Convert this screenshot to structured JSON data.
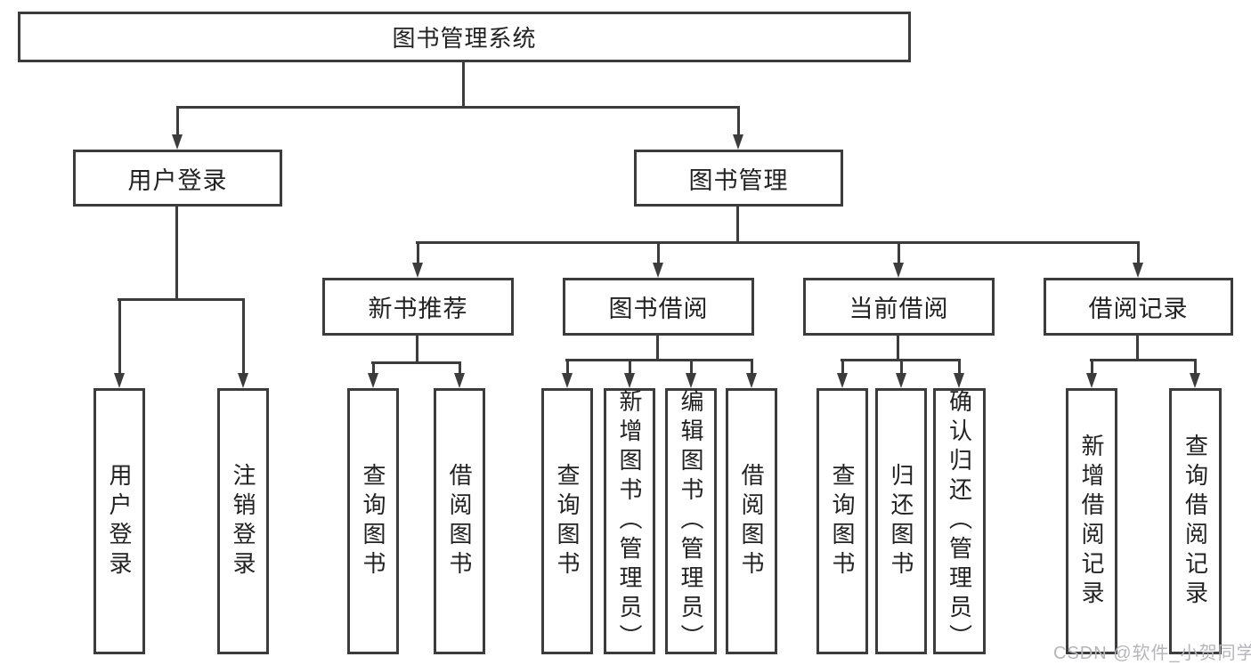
{
  "diagram_title": "图书管理系统",
  "tree": {
    "label": "图书管理系统",
    "children": [
      {
        "label": "用户登录",
        "children": [
          {
            "label": "用户登录"
          },
          {
            "label": "注销登录"
          }
        ]
      },
      {
        "label": "图书管理",
        "children": [
          {
            "label": "新书推荐",
            "children": [
              {
                "label": "查询图书"
              },
              {
                "label": "借阅图书"
              }
            ]
          },
          {
            "label": "图书借阅",
            "children": [
              {
                "label": "查询图书"
              },
              {
                "label": "新增图书（管理员）"
              },
              {
                "label": "编辑图书（管理员）"
              },
              {
                "label": "借阅图书"
              }
            ]
          },
          {
            "label": "当前借阅",
            "children": [
              {
                "label": "查询图书"
              },
              {
                "label": "归还图书"
              },
              {
                "label": "确认归还（管理员）"
              }
            ]
          },
          {
            "label": "借阅记录",
            "children": [
              {
                "label": "新增借阅记录"
              },
              {
                "label": "查询借阅记录"
              }
            ]
          }
        ]
      }
    ]
  },
  "watermark": {
    "text": "CSDN @软件_小贺同学"
  },
  "colors": {
    "line": "#3c3c3c",
    "text": "#222222",
    "watermark": "#b6b6ba",
    "background": "#ffffff"
  }
}
